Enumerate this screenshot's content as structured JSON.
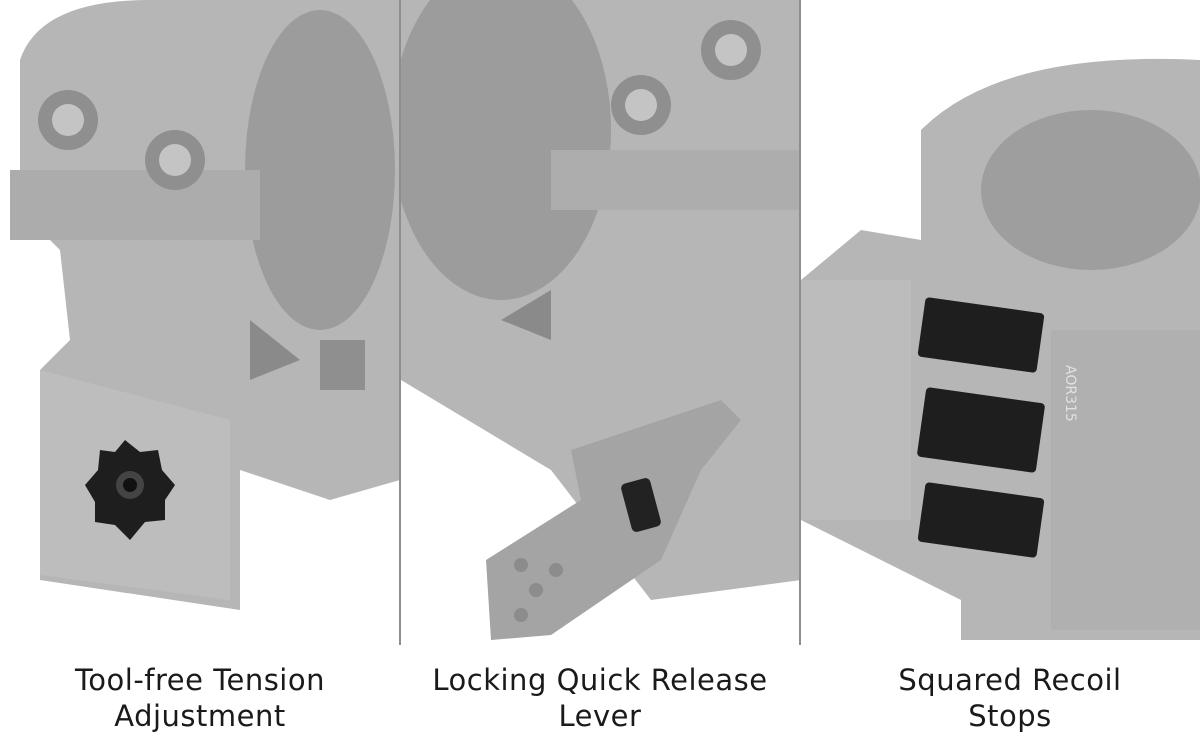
{
  "panels": [
    {
      "caption_line1": "Tool-free Tension",
      "caption_line2": "Adjustment"
    },
    {
      "caption_line1": "Locking Quick Release",
      "caption_line2": "Lever"
    },
    {
      "caption_line1": "Squared Recoil",
      "caption_line2": "Stops",
      "part_marking": "AOR315"
    }
  ],
  "colors": {
    "metal": "#b4b4b4",
    "metal_dark": "#9a9a9a",
    "black_parts": "#1e1e1e",
    "divider": "#8e8e8e"
  }
}
